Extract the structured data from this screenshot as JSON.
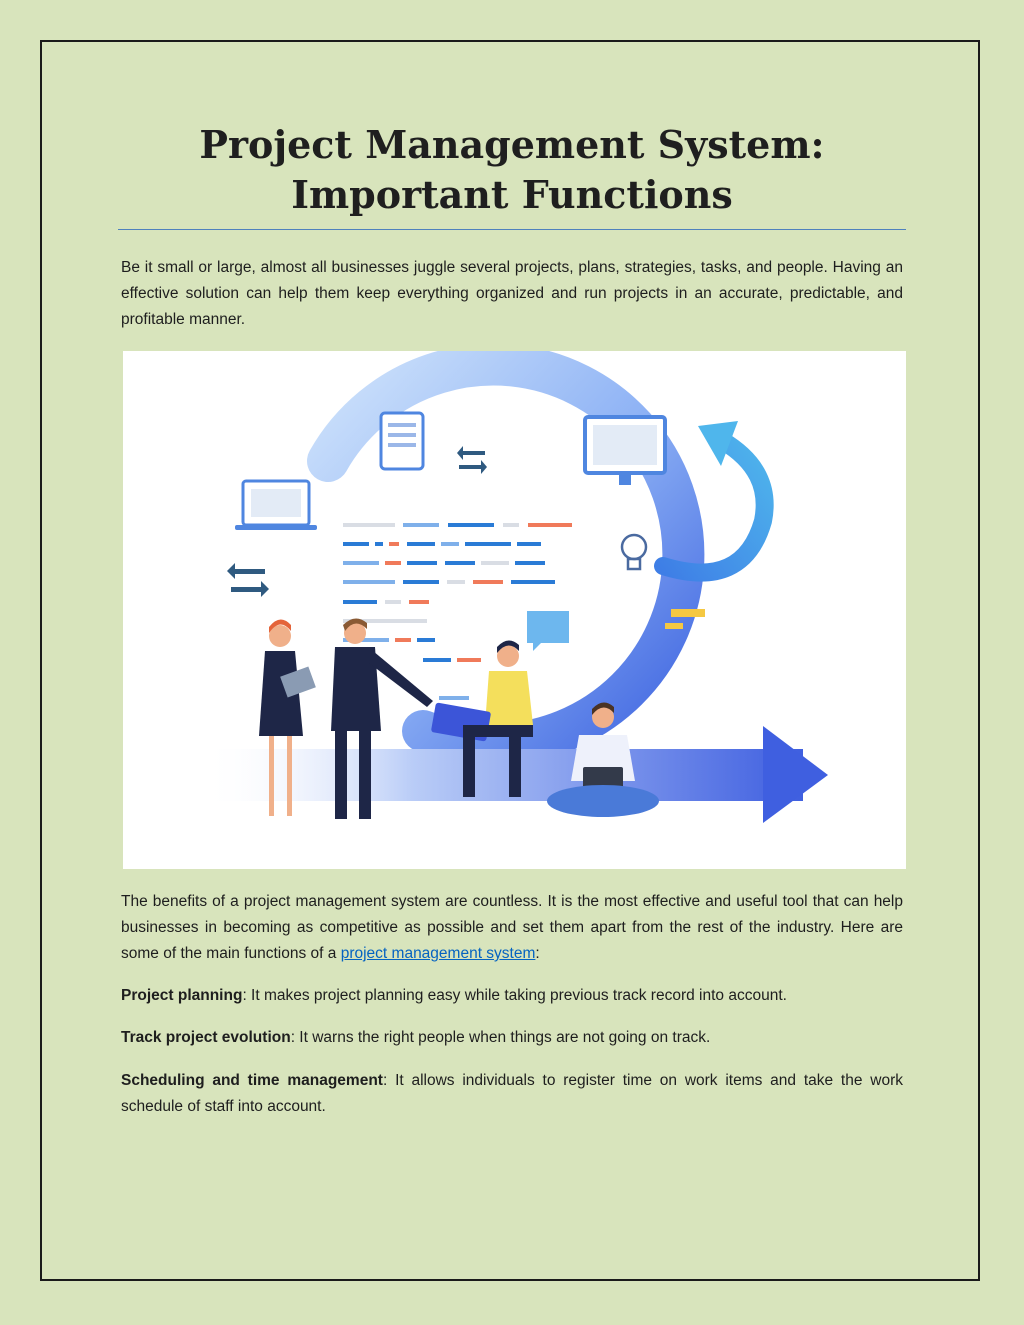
{
  "document": {
    "title_line1": "Project Management System:",
    "title_line2": "Important Functions",
    "intro": "Be it small or large, almost all businesses juggle several projects, plans, strategies, tasks, and people. Having an effective solution can help them keep everything organized and run projects in an accurate, predictable, and profitable manner.",
    "benefits_before_link": "The benefits of a project management system are countless. It is the most effective and useful tool that can help businesses in becoming as competitive as possible and set them apart from the rest of the industry. Here are some of the main functions of a ",
    "benefits_link": "project management system",
    "benefits_after_link": ":",
    "functions": [
      {
        "term": "Project planning",
        "desc": ": It makes project planning easy while taking previous track record into account."
      },
      {
        "term": "Track project evolution",
        "desc": ": It warns the right people when things are not going on track."
      },
      {
        "term": "Scheduling and time management",
        "desc": ": It allows individuals to register time on work items and take the work schedule of staff into account."
      }
    ]
  },
  "colors": {
    "page_background": "#d8e4bc",
    "title_rule": "#4f81bd",
    "link": "#0563c1"
  }
}
